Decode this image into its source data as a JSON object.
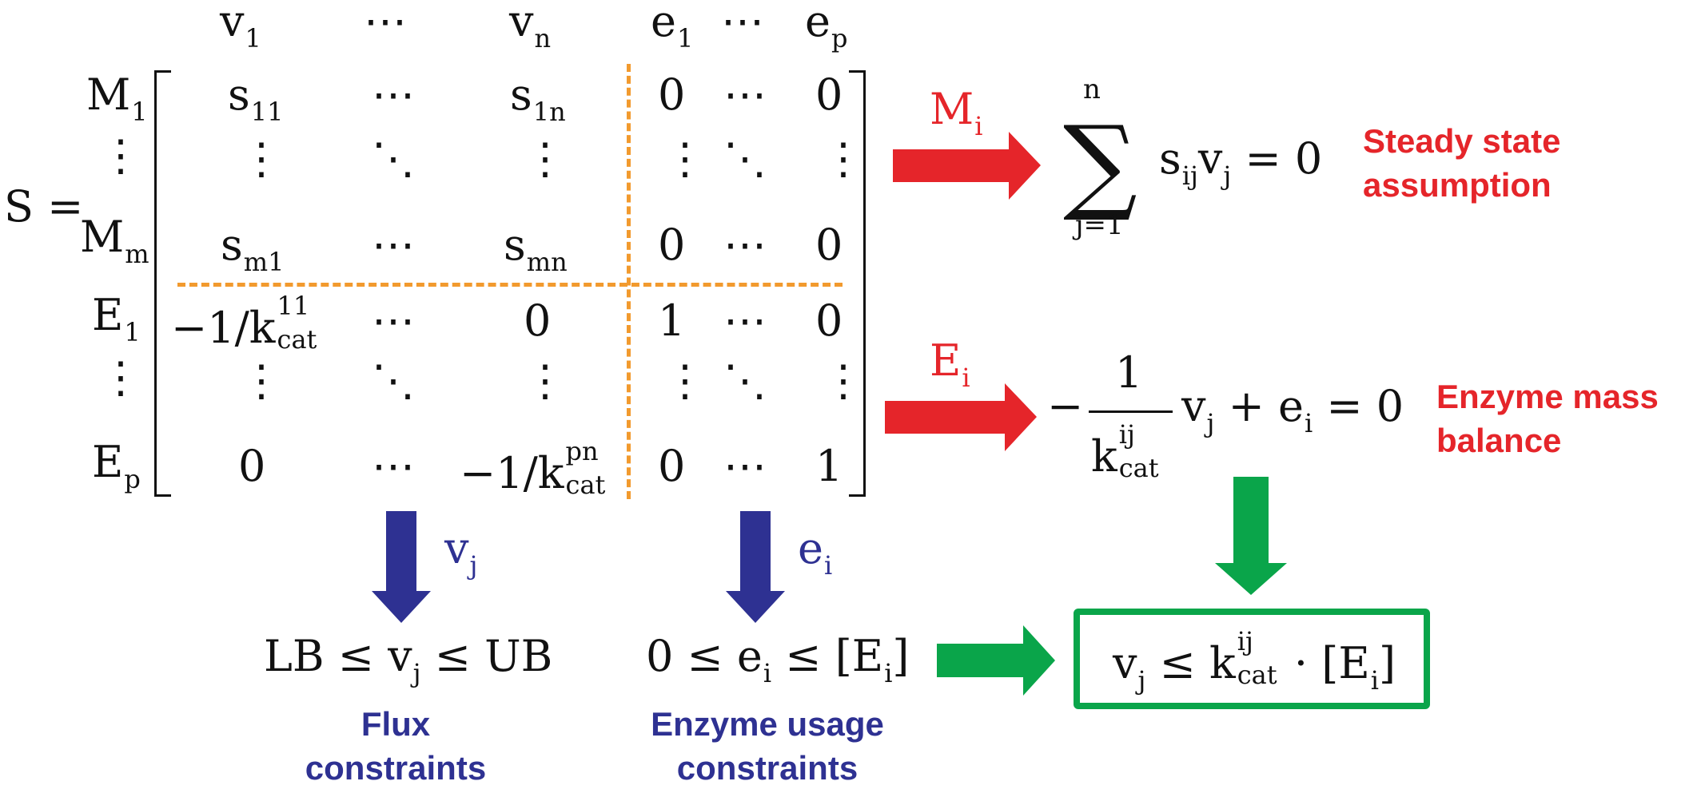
{
  "matrix": {
    "lhs": "S =",
    "column_headers": [
      "v",
      "⋯",
      "v",
      "e",
      "⋯",
      "e"
    ],
    "column_header_subs": [
      "1",
      "",
      "n",
      "1",
      "",
      "p"
    ],
    "row_labels": [
      "M",
      "⋮",
      "M",
      "E",
      "⋮",
      "E"
    ],
    "row_label_subs": [
      "1",
      "",
      "m",
      "1",
      "",
      "p"
    ],
    "rows": [
      [
        "s_11",
        "⋯",
        "s_1n",
        "0",
        "⋯",
        "0"
      ],
      [
        "⋮",
        "⋱",
        "⋮",
        "⋮",
        "⋱",
        "⋮"
      ],
      [
        "s_m1",
        "⋯",
        "s_mn",
        "0",
        "⋯",
        "0"
      ],
      [
        "−1/k_cat^11",
        "⋯",
        "0",
        "1",
        "⋯",
        "0"
      ],
      [
        "⋮",
        "⋱",
        "⋮",
        "⋮",
        "⋱",
        "⋮"
      ],
      [
        "0",
        "⋯",
        "−1/k_cat^pn",
        "0",
        "⋯",
        "1"
      ]
    ]
  },
  "arrows": {
    "metabolite_label": "M",
    "metabolite_sub": "i",
    "enzyme_label": "E",
    "enzyme_sub": "i",
    "flux_label": "v",
    "flux_sub": "j",
    "usage_label": "e",
    "usage_sub": "i"
  },
  "equations": {
    "steady_state": "∑ s_ij v_j = 0 (j=1..n)",
    "enzyme_balance": "− (1/k_cat^ij) v_j + e_i = 0",
    "flux_bounds": "LB ≤ v_j ≤ UB",
    "enzyme_bounds": "0 ≤ e_i ≤ [E_i]",
    "combined": "v_j ≤ k_cat^ij · [E_i]"
  },
  "notes": {
    "steady_state": [
      "Steady state",
      "assumption"
    ],
    "enzyme_balance": [
      "Enzyme mass",
      "balance"
    ],
    "flux": [
      "Flux",
      "constraints"
    ],
    "usage": [
      "Enzyme usage",
      "constraints"
    ]
  },
  "colors": {
    "red": "#e5252a",
    "blue": "#2e3192",
    "green": "#0aa54a",
    "orange": "#f29a2e",
    "black": "#111111"
  }
}
